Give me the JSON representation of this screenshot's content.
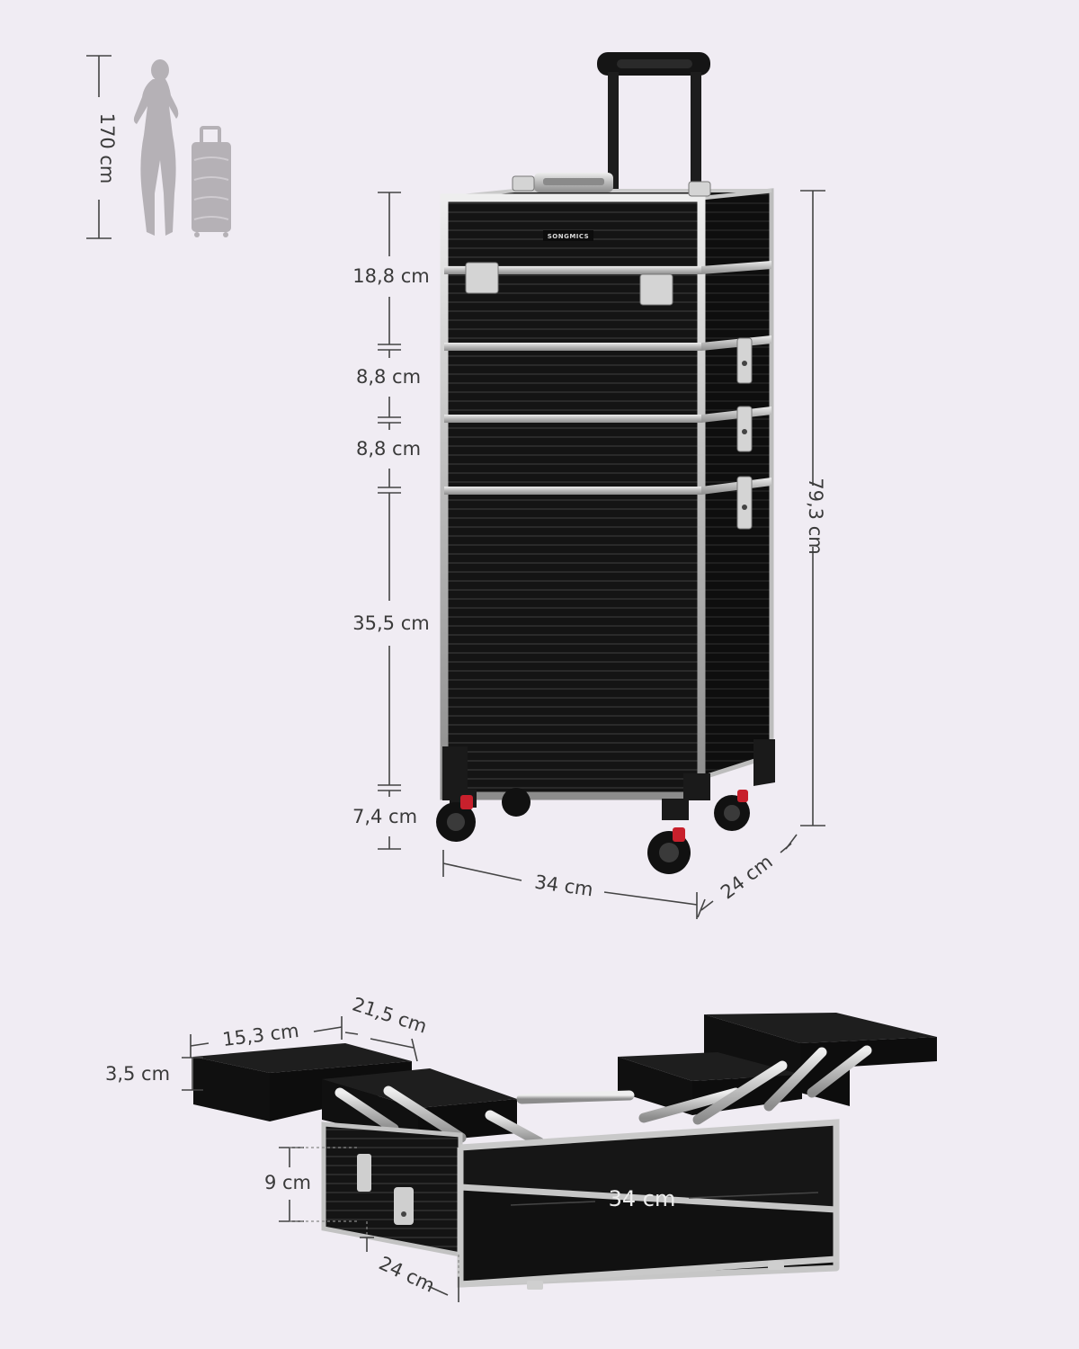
{
  "brand": "SONGMICS",
  "colors": {
    "background": "#f0ecf3",
    "case_body": "#151515",
    "case_stripe": "#2e2e2e",
    "trim": "#c9c9c9",
    "dimension_line": "#444444",
    "silhouette": "#b5b1b6",
    "tray_interior": "#1c1c1c",
    "wheel_accent": "#c8202c"
  },
  "scale_reference": {
    "height_label": "170 cm",
    "icons": [
      "woman-silhouette-icon",
      "suitcase-icon"
    ]
  },
  "upright_case": {
    "sections": [
      {
        "label": "18,8 cm"
      },
      {
        "label": "8,8 cm"
      },
      {
        "label": "8,8 cm"
      },
      {
        "label": "35,5 cm"
      },
      {
        "label": "7,4 cm"
      }
    ],
    "total_height_label": "79,3 cm",
    "width_label": "34 cm",
    "depth_label": "24 cm"
  },
  "open_case": {
    "tray_width_label": "15,3 cm",
    "tray_length_label": "21,5 cm",
    "tray_height_label": "3,5 cm",
    "base_height_label": "9 cm",
    "base_depth_label": "24 cm",
    "inner_width_label": "34 cm"
  }
}
